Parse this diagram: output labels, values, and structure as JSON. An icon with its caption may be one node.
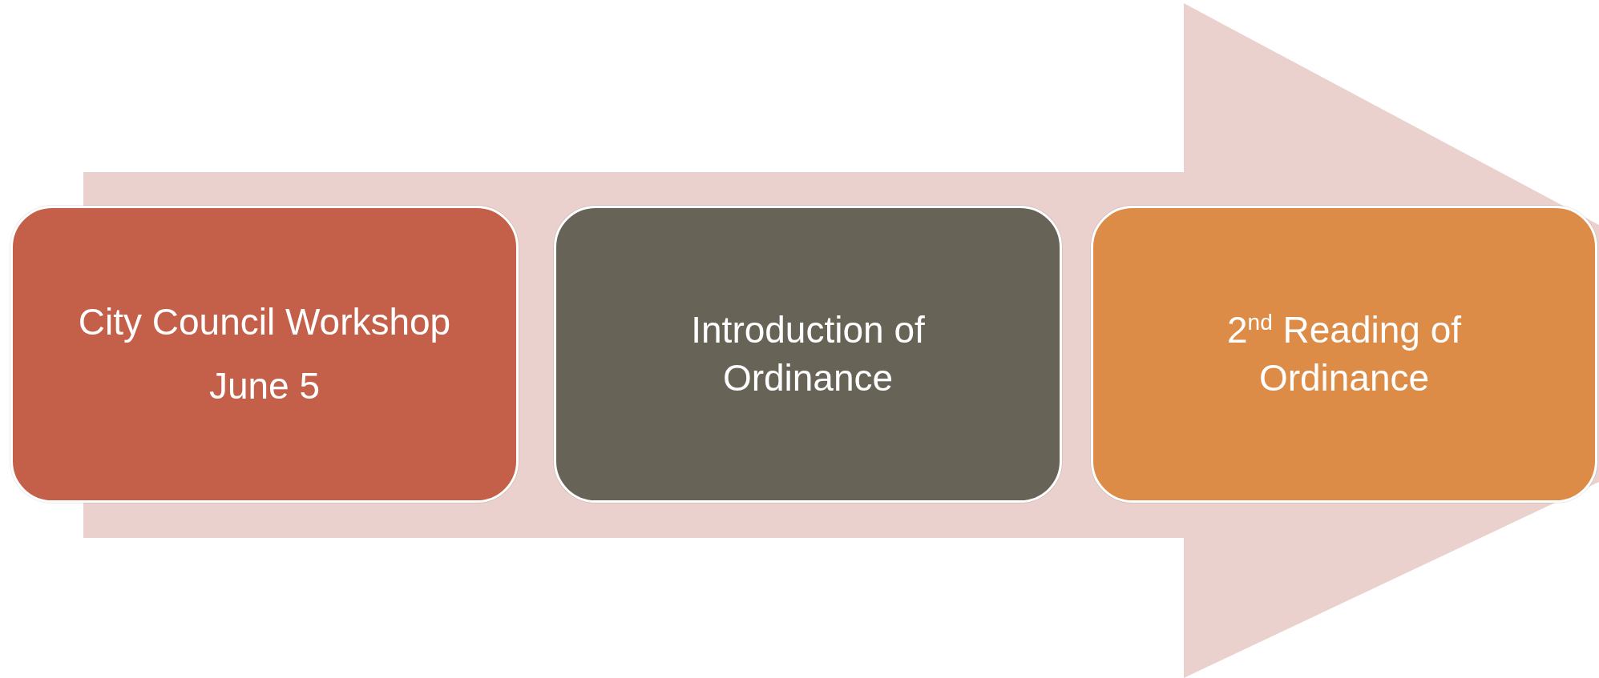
{
  "diagram": {
    "nodes": [
      {
        "text": [
          "City Council Workshop",
          "June 5"
        ]
      },
      {
        "text": [
          "Introduction of Ordinance"
        ]
      },
      {
        "text": [
          "2$^{nd}$ Reading of Ordinance"
        ]
      }
    ]
  }
}
